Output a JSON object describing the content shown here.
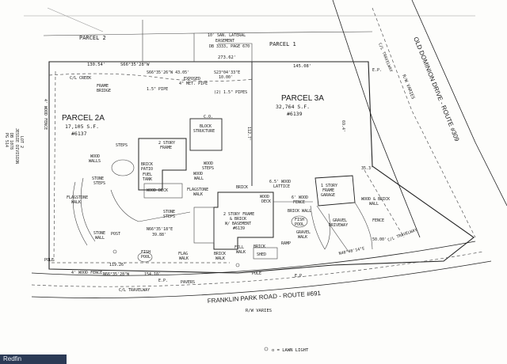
{
  "plat": {
    "parcels": {
      "parcel_2_top": "PARCEL 2",
      "parcel_1_top": "PARCEL 1",
      "parcel_2a": "PARCEL 2A",
      "parcel_2a_area": "17,105 S.F.",
      "parcel_2a_lot": "#6137",
      "parcel_3a": "PARCEL 3A",
      "parcel_3a_area": "32,764 S.F.",
      "parcel_3a_lot": "#6139"
    },
    "roads": {
      "old_dominion": "OLD DOMINION DRIVE - ROUTE #309",
      "old_dominion_rw": "R/W VARIES",
      "franklin_park": "FRANKLIN PARK ROAD - ROUTE #691",
      "franklin_park_rw": "R/W VARIES",
      "travelway_1": "C/L TRAVELWAY",
      "travelway_2": "C/L TRAVELWAY",
      "travelway_3": "C/L TRAVELWAY"
    },
    "bearings": {
      "b1": "130.54'",
      "b2": "S66°35'28\"W",
      "b3": "273.62'",
      "b4": "145.08'",
      "b5": "S66°35'26\"W 43.05'",
      "b6": "S23°04'33\"E",
      "b7": "10.00'",
      "b8": "119.26'",
      "b9": "N66°35'28\"W",
      "b10": "154.10'",
      "b11": "N48°48'14\"E",
      "b12": "50.00'",
      "b13": "N66°35'18\"E",
      "b14": "39.88'",
      "b15": "112.7'",
      "b16": "69.4'",
      "b17": "35.3'"
    },
    "features": {
      "easement": "10' SAN. LATERAL",
      "easement2": "EASEMENT",
      "easement3": "DB 3333, PAGE 670",
      "creek": "C/L CREEK",
      "frame_bridge": "FRAME",
      "frame_bridge2": "BRIDGE",
      "pipe1": "1.5\" PIPE",
      "exposed_pipe": "EXPOSED",
      "exposed_pipe2": "4\" MET. PIPE",
      "pipes2": "(2) 1.5\" PIPES",
      "wood_fence_left": "4' WOOD FENCE",
      "block_structure": "BLOCK",
      "block_structure2": "STRUCTURE",
      "co": "C.O.",
      "story_frame": "2 STORY",
      "story_frame2": "FRAME",
      "steps": "STEPS",
      "wood_walls": "WOOD",
      "wood_walls2": "WALLS",
      "brick_patio": "BRICK",
      "brick_patio2": "PATIO",
      "fuel_tank": "FUEL",
      "fuel_tank2": "TANK",
      "stone_steps": "STONE",
      "stone_steps2": "STEPS",
      "wood_deck": "WOOD DECK",
      "wood_steps": "WOOD",
      "wood_steps2": "STEPS",
      "flagstone_walk": "FLAGSTONE",
      "flagstone_walk2": "WALK",
      "flagstone_walk_left": "FLAGSTONE",
      "flagstone_walk_left2": "WALK",
      "wood_wall": "WOOD",
      "wood_wall2": "WALL",
      "brick_small": "BRICK",
      "wood_lattice": "6.5' WOOD",
      "wood_lattice2": "LATTICE",
      "wood_deck_right": "WOOD",
      "wood_deck_right2": "DECK",
      "house_main": "2 STORY FRAME",
      "house_main2": "& BRICK",
      "house_main3": "W/ BASEMENT",
      "house_main4": "#6139",
      "wood_fence_mid": "6' WOOD",
      "wood_fence_mid2": "FENCE",
      "fish_pool": "FISH",
      "fish_pool2": "POOL",
      "brick_wall": "BRICK WALL",
      "gravel_walk": "GRAVEL",
      "gravel_walk2": "WALK",
      "ramp": "RAMP",
      "garage": "1 STORY",
      "garage2": "FRAME",
      "garage3": "GARAGE",
      "gravel_driveway": "GRAVEL",
      "gravel_driveway2": "DRIVEWAY",
      "wood_brick_wall": "WOOD & BRICK",
      "wood_brick_wall2": "WALL",
      "fence_right": "FENCE",
      "post": "POST",
      "fish_pool_lower": "FISH",
      "fish_pool_lower2": "POOL",
      "flag_walk": "FLAG",
      "flag_walk2": "WALK",
      "brick_walk": "BRICK",
      "brick_walk2": "WALK",
      "fill_walk": "FILL",
      "fill_walk2": "WALK",
      "shed": "SHED",
      "brick2": "BRICK",
      "pavers": "PAVERS",
      "wood_fence_bottom": "4' WOOD FENCE",
      "pole": "POLE",
      "pole2": "POLE",
      "stone_wall": "STONE",
      "stone_wall2": "WALL",
      "ep1": "E.P.",
      "ep2": "E.P.",
      "ep3": "E.P.",
      "stone_steps_lower": "STONE",
      "stone_steps_lower2": "STEPS",
      "lawn_light": "o = LAWN LIGHT",
      "jessie": "JESSIE DIVISION",
      "jessie2": "DB 1078",
      "jessie3": "PG 514",
      "jessie4": "LOT 2"
    }
  },
  "watermark": "Redfin"
}
